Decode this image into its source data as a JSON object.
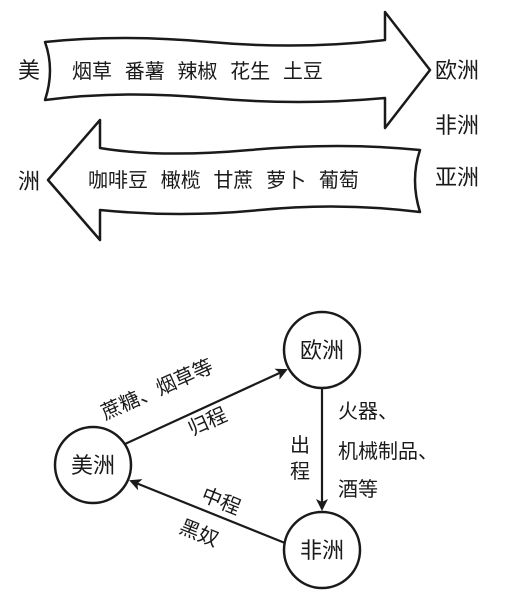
{
  "top": {
    "left_upper": "美",
    "left_lower": "洲",
    "arrow_right_text": "烟草  番薯  辣椒  花生  土豆",
    "arrow_left_text": "咖啡豆  橄榄  甘蔗  萝卜  葡萄",
    "continents": [
      "欧洲",
      "非洲",
      "亚洲"
    ]
  },
  "triangle": {
    "nodes": {
      "america": "美洲",
      "europe": "欧洲",
      "africa": "非洲"
    },
    "edges": {
      "return_cargo": "蔗糖、烟草等",
      "return_label": "归程",
      "outbound_label": "出程",
      "outbound_cargo": [
        "火器、",
        "机械制品、",
        "酒等"
      ],
      "middle_label": "中程",
      "middle_cargo": "黑奴"
    }
  },
  "colors": {
    "ink": "#1a1a1a",
    "background": "#ffffff"
  }
}
